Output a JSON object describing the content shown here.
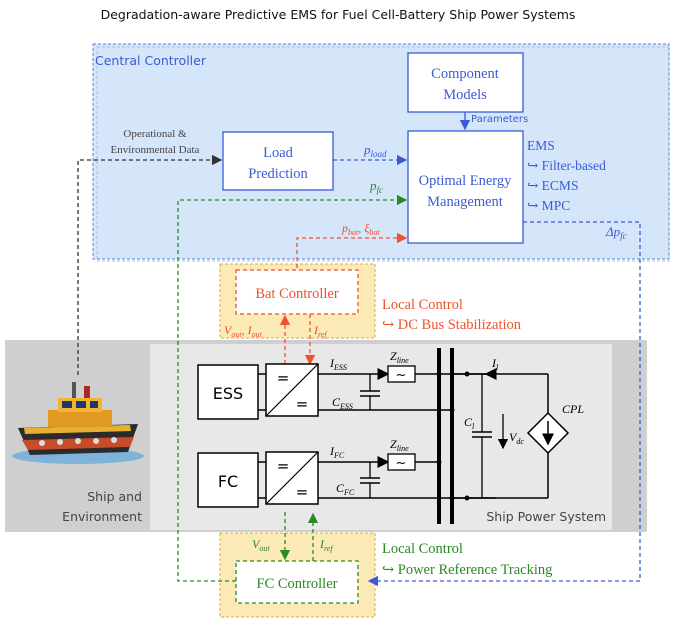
{
  "title": "Degradation-aware Predictive EMS for Fuel Cell-Battery Ship Power Systems",
  "central": {
    "label": "Central Controller",
    "component_models": [
      "Component",
      "Models"
    ],
    "parameters": "Parameters",
    "inputs": [
      "Operational &",
      "Environmental Data"
    ],
    "load_prediction": [
      "Load",
      "Prediction"
    ],
    "optimal_em": [
      "Optimal Energy",
      "Management"
    ],
    "p_load": "p_load",
    "p_fc": "p_fc",
    "p_bat": "p_bat, ξ_bat",
    "delta_pfc": "Δp_fc",
    "ems": {
      "title": "EMS",
      "items": [
        "↪ Filter-based",
        "↪ ECMS",
        "↪ MPC"
      ]
    }
  },
  "bat": {
    "controller": "Bat Controller",
    "local_title": "Local Control",
    "local_sub": "↪ DC Bus Stabilization",
    "v_i": "V_out, I_out",
    "i_ref": "I_ref"
  },
  "fc": {
    "controller": "FC Controller",
    "local_title": "Local Control",
    "local_sub": "↪ Power Reference Tracking",
    "v_out": "V_out",
    "i_ref": "I_ref"
  },
  "ship": {
    "label": [
      "Ship and",
      "Environment"
    ],
    "system": "Ship Power System",
    "ess": "ESS",
    "fc": "FC",
    "eq": "=",
    "i_ess": "I_ESS",
    "i_fc": "I_FC",
    "z_line": "Z_line",
    "c_ess": "C_ESS",
    "c_fc": "C_FC",
    "i_l": "I_l",
    "c_l": "C_l",
    "v_dc": "V_dc",
    "cpl": "CPL",
    "tilde": "~"
  },
  "colors": {
    "blue": "#3b5bd6",
    "red": "#f0522f",
    "green": "#2a8a24",
    "central_bg": "#d5e5fa",
    "local_bg": "#fbe9b6"
  }
}
